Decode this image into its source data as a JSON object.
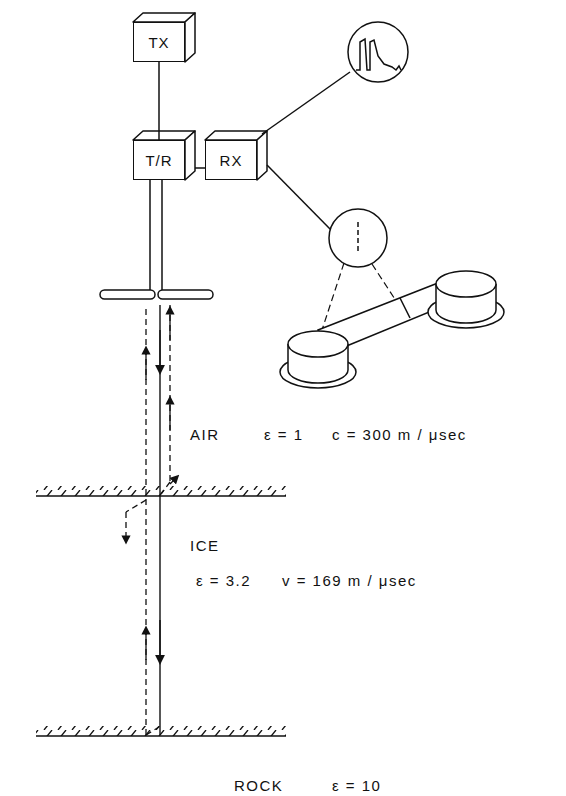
{
  "diagram": {
    "nodes": [
      {
        "text": [
          "TX"
        ]
      },
      {
        "text": [
          "T/R"
        ]
      },
      {
        "text": [
          "RX"
        ]
      }
    ],
    "edges": [
      {
        "from": 0,
        "to": 1,
        "arrow": "none"
      },
      {
        "from": 1,
        "to": 2,
        "arrow": "none"
      }
    ],
    "labels": [
      "AIR",
      "ε = 1",
      "c = 300 m / μsec",
      "ICE",
      "ε = 3.2",
      "v = 169 m / μsec",
      "ROCK",
      "ε = 10"
    ]
  }
}
